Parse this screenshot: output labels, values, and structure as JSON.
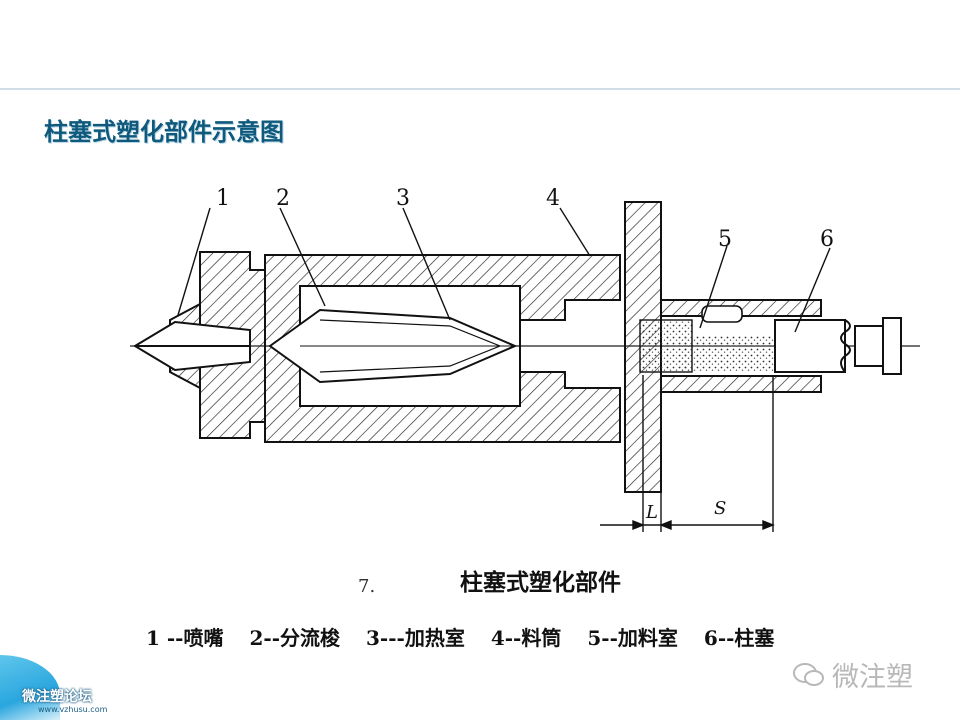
{
  "slide": {
    "title": "柱塞式塑化部件示意图"
  },
  "figure": {
    "callouts": [
      "1",
      "2",
      "3",
      "4",
      "5",
      "6"
    ],
    "dimensions": {
      "L": "L",
      "S": "S"
    },
    "figure_mark": "7.",
    "caption": "柱塞式塑化部件",
    "legend": [
      "1 --喷嘴",
      "2--分流梭",
      "3---加热室",
      "4--料筒",
      "5--加料室",
      "6--柱塞"
    ]
  },
  "watermarks": {
    "right_text": "微注塑",
    "left_brand": "微注塑论坛",
    "left_url": "www.vzhusu.com"
  },
  "colors": {
    "title": "#0f5a7c",
    "rule": "#cfdde6",
    "accent": "#2aa6de"
  }
}
